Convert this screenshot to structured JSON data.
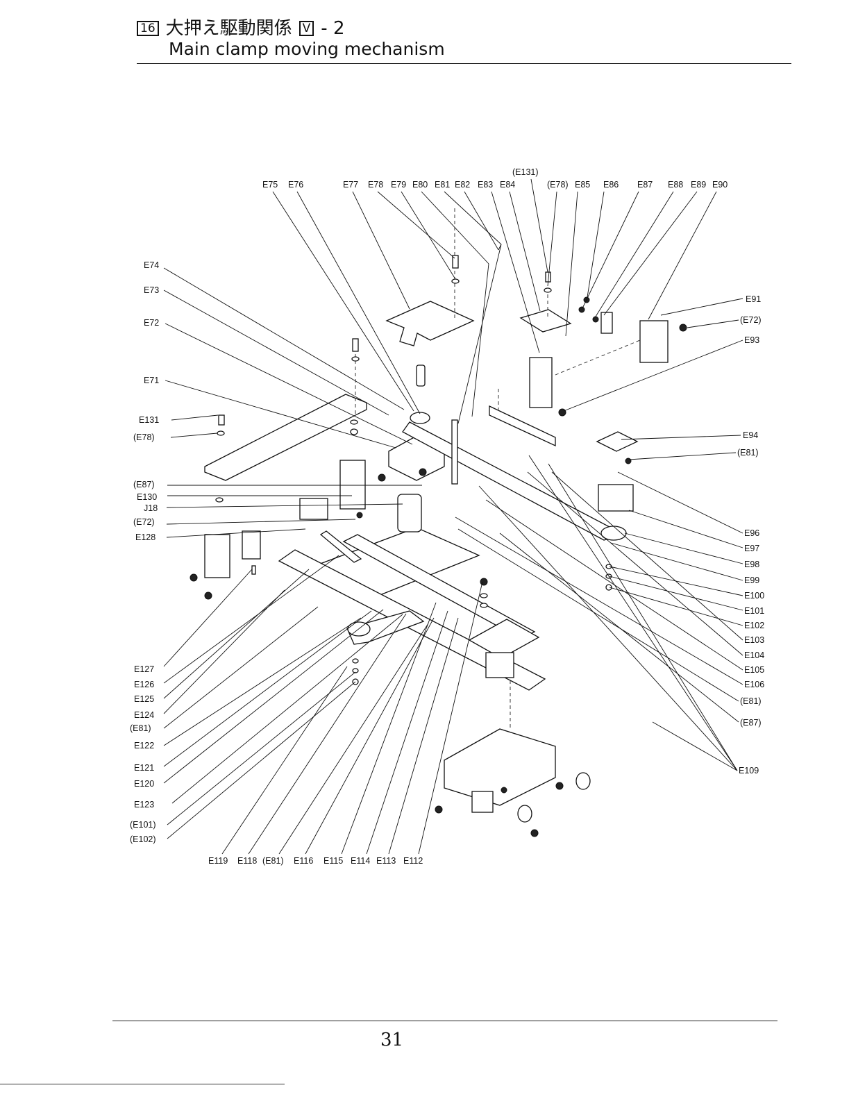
{
  "header": {
    "section_number": "16",
    "title_jp": "大押え駆動関係",
    "group_box": "V",
    "group_suffix": "- 2",
    "title_en": "Main clamp moving mechanism"
  },
  "diagram": {
    "labels_top": [
      "E75",
      "E76",
      "E77",
      "E78",
      "E79",
      "E80",
      "E81",
      "E82",
      "E83",
      "E84",
      "(E131)",
      "(E78)",
      "E85",
      "E86",
      "E87",
      "E88",
      "E89",
      "E90"
    ],
    "labels_left": [
      "E74",
      "E73",
      "E72",
      "E71",
      "E131",
      "(E78)",
      "(E87)",
      "E130",
      "J18",
      "(E72)",
      "E128",
      "E127",
      "E126",
      "E125",
      "E124",
      "(E81)",
      "E122",
      "E121",
      "E120",
      "E123",
      "(E101)",
      "(E102)"
    ],
    "labels_right": [
      "E91",
      "(E72)",
      "E93",
      "E94",
      "(E81)",
      "E96",
      "E97",
      "E98",
      "E99",
      "E100",
      "E101",
      "E102",
      "E103",
      "E104",
      "E105",
      "E106",
      "(E81)",
      "(E87)",
      "E109"
    ],
    "labels_bottom": [
      "E119",
      "E118",
      "(E81)",
      "E116",
      "E115",
      "E114",
      "E113",
      "E112"
    ]
  },
  "footer": {
    "page_number": "31"
  }
}
